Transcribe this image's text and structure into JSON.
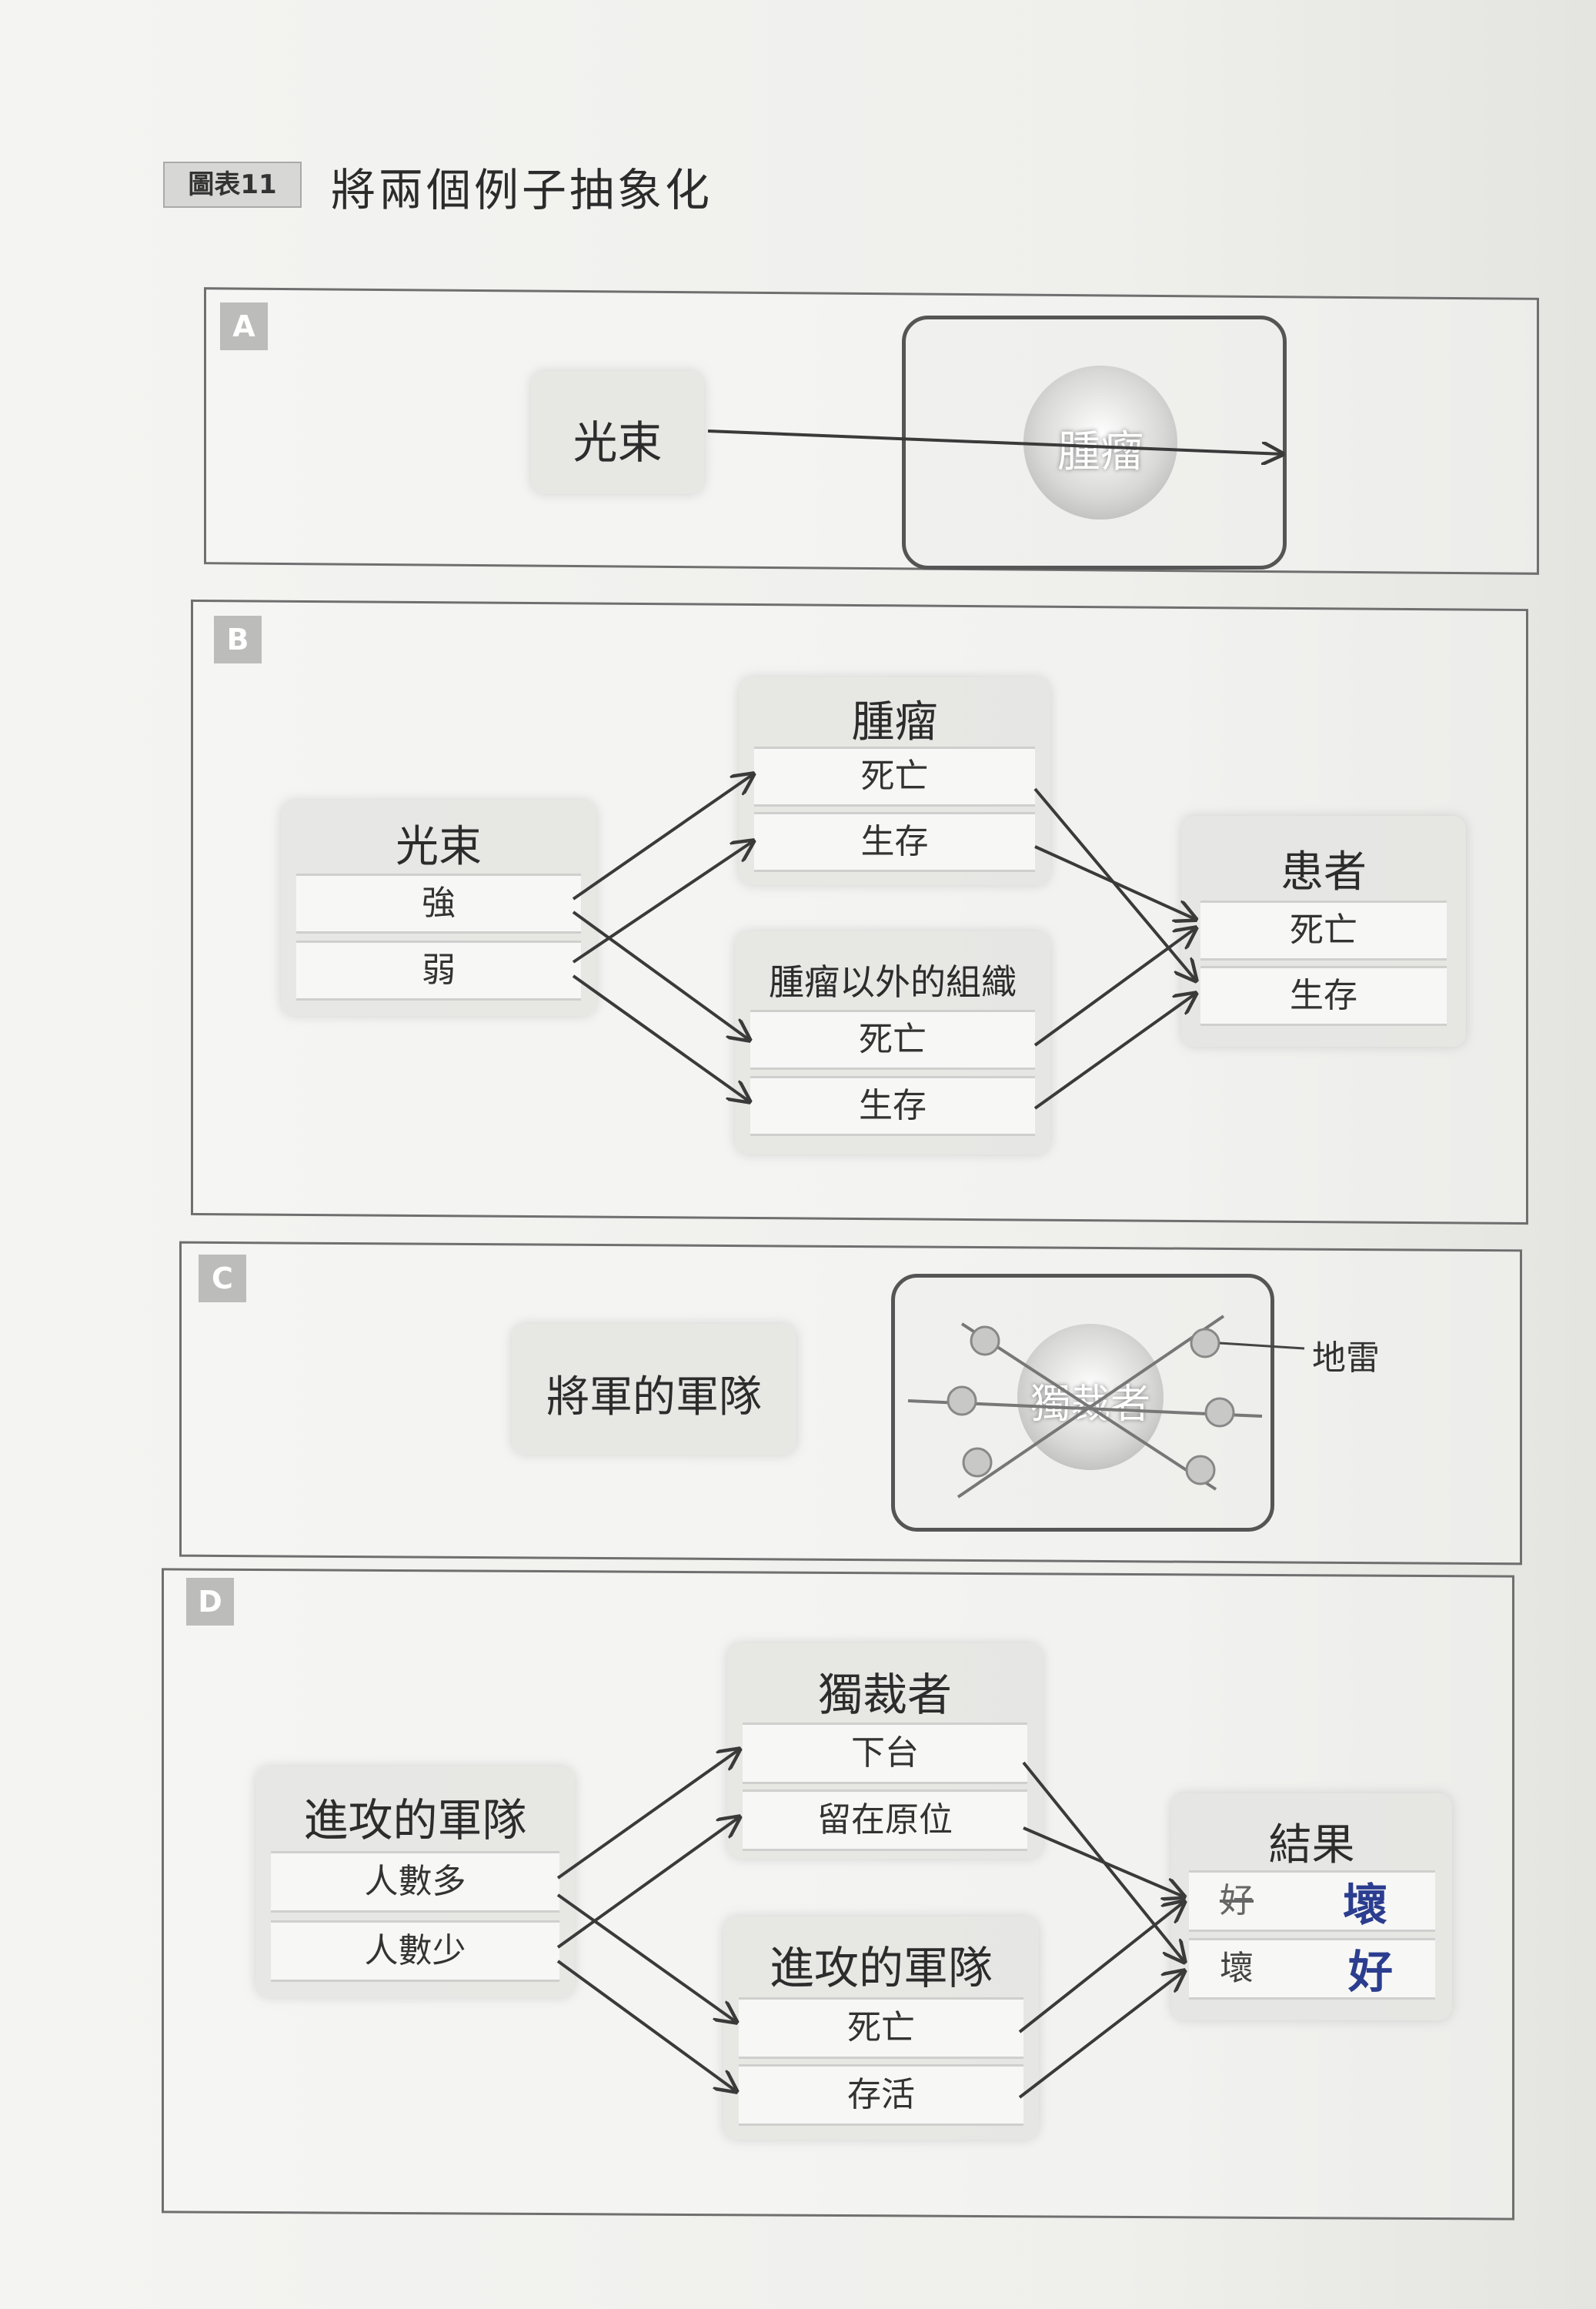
{
  "figure": {
    "label": "圖表11",
    "title": "將兩個例子抽象化"
  },
  "panel_a": {
    "tag": "A",
    "source": "光束",
    "target": "腫瘤"
  },
  "panel_b": {
    "tag": "B",
    "left": {
      "header": "光束",
      "rows": [
        "強",
        "弱"
      ]
    },
    "mid_top": {
      "header": "腫瘤",
      "rows": [
        "死亡",
        "生存"
      ]
    },
    "mid_bottom": {
      "header": "腫瘤以外的組織",
      "rows": [
        "死亡",
        "生存"
      ]
    },
    "right": {
      "header": "患者",
      "rows": [
        "死亡",
        "生存"
      ]
    }
  },
  "panel_c": {
    "tag": "C",
    "source": "將軍的軍隊",
    "target": "獨裁者",
    "mine_label": "地雷"
  },
  "panel_d": {
    "tag": "D",
    "left": {
      "header": "進攻的軍隊",
      "rows": [
        "人數多",
        "人數少"
      ]
    },
    "mid_top": {
      "header": "獨裁者",
      "rows": [
        "下台",
        "留在原位"
      ]
    },
    "mid_bottom": {
      "header": "進攻的軍隊",
      "rows": [
        "死亡",
        "存活"
      ]
    },
    "right": {
      "header": "結果",
      "rows": [
        "好",
        "壞"
      ]
    },
    "handwritten": [
      "壞",
      "好"
    ]
  },
  "colors": {
    "ink": "#333333",
    "panel_border": "#6f6f6f",
    "handwriting": "#2b3d8f"
  }
}
